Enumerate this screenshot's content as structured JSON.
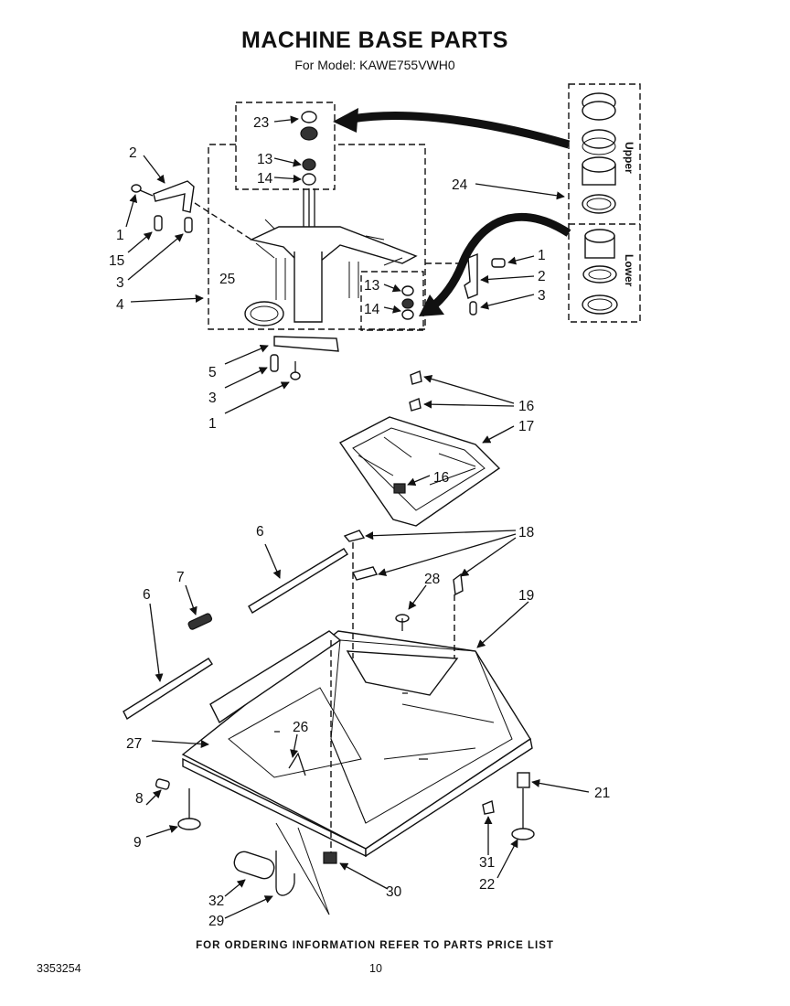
{
  "header": {
    "title": "MACHINE BASE PARTS",
    "subtitle": "For Model: KAWE755VWH0"
  },
  "inset": {
    "upper_label": "Upper",
    "lower_label": "Lower"
  },
  "callouts": {
    "c23": "23",
    "c13a": "13",
    "c14a": "14",
    "c2a": "2",
    "c1a": "1",
    "c15": "15",
    "c3a": "3",
    "c4": "4",
    "c25": "25",
    "c5": "5",
    "c3b": "3",
    "c1b": "1",
    "c24": "24",
    "c1c": "1",
    "c2b": "2",
    "c3c": "3",
    "c13b": "13",
    "c14b": "14",
    "c16a": "16",
    "c17": "17",
    "c16b": "16",
    "c6a": "6",
    "c18": "18",
    "c7": "7",
    "c6b": "6",
    "c28": "28",
    "c19": "19",
    "c27": "27",
    "c26": "26",
    "c21": "21",
    "c8": "8",
    "c9": "9",
    "c31": "31",
    "c22": "22",
    "c32": "32",
    "c29": "29",
    "c30": "30"
  },
  "footer": {
    "ordering_note": "FOR ORDERING INFORMATION REFER TO PARTS PRICE LIST",
    "document_number": "3353254",
    "page_number": "10"
  }
}
